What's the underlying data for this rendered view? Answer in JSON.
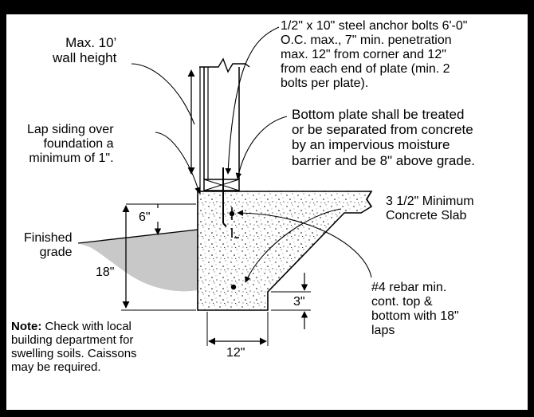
{
  "labels": {
    "wall_height": [
      "Max. 10’",
      "wall height"
    ],
    "anchor_bolts": [
      "1/2\" x 10\" steel anchor bolts 6'-0\"",
      "O.C. max., 7\" min. penetration",
      "max. 12\" from corner and 12\"",
      "from each end of plate (min. 2",
      "bolts per plate)."
    ],
    "bottom_plate": [
      "Bottom plate shall be treated",
      "or be separated from concrete",
      "by an impervious moisture",
      "barrier and be 8\" above grade."
    ],
    "lap_siding": [
      "Lap siding over",
      "foundation a",
      "minimum of 1\"."
    ],
    "slab": [
      "3 1/2\" Minimum",
      "Concrete Slab"
    ],
    "finished_grade": [
      "Finished",
      "grade"
    ],
    "rebar": [
      "#4 rebar min.",
      "cont. top &",
      "bottom with 18\"",
      "laps"
    ]
  },
  "dimensions": {
    "above_grade": "6\"",
    "footing_depth": "18\"",
    "footing_lip": "3\"",
    "footing_width": "12\""
  },
  "note": {
    "heading": "Note:",
    "body": "Check with local building department for swelling soils. Caissons may be required.",
    "lines": [
      "building department for",
      "swelling soils.  Caissons",
      "may be required."
    ],
    "first_line_rest": "Check with local"
  },
  "colors": {
    "border": "#000000",
    "background": "#ffffff",
    "soil": "#c8c8c8",
    "line": "#000000"
  }
}
